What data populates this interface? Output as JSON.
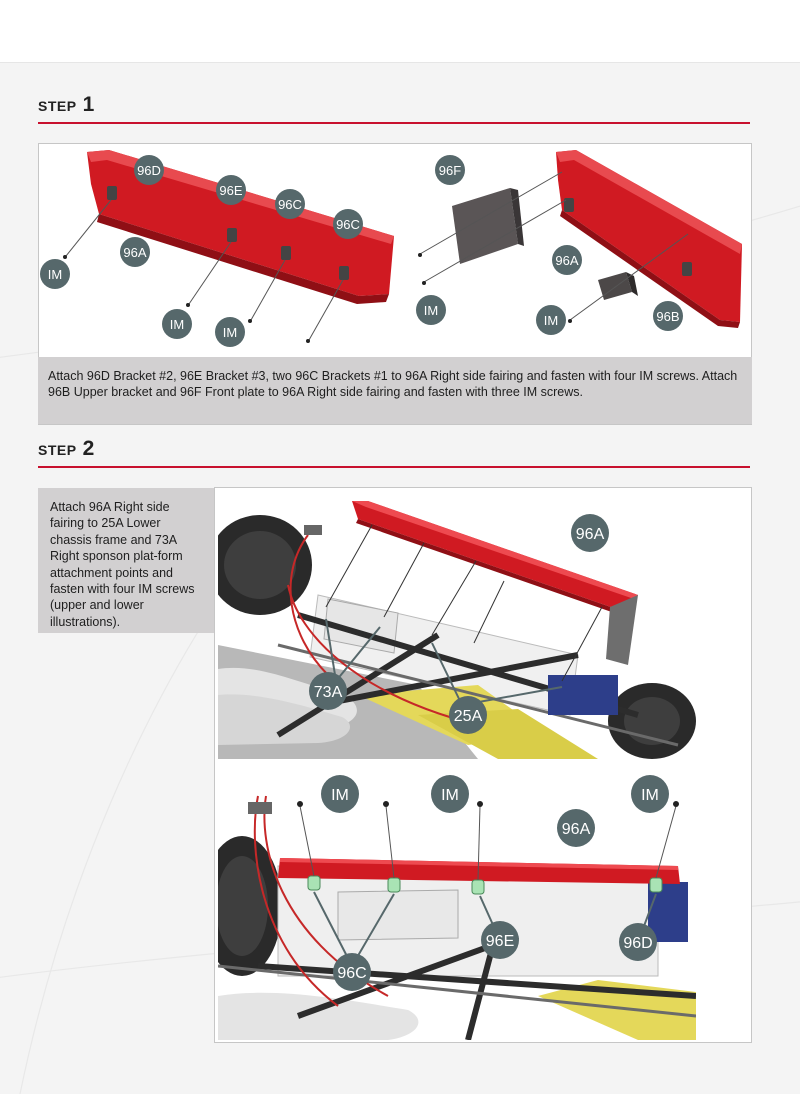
{
  "step1": {
    "word": "STEP",
    "number": "1",
    "caption": "Attach 96D Bracket #2, 96E Bracket #3, two 96C Brackets #1 to 96A Right side fairing and fasten with four IM screws. Attach 96B Upper bracket and 96F Front plate to 96A Right side fairing and fasten with three IM screws.",
    "callouts": {
      "c96d": "96D",
      "c96e": "96E",
      "c96c_a": "96C",
      "c96c_b": "96C",
      "c96a_left": "96A",
      "im1": "IM",
      "im2": "IM",
      "im3": "IM",
      "c96f": "96F",
      "c96a_right": "96A",
      "im4": "IM",
      "im5": "IM",
      "c96b": "96B"
    }
  },
  "step2": {
    "word": "STEP",
    "number": "2",
    "text": "Attach 96A Right side fairing to 25A Lower chassis frame and 73A Right sponson plat-form attachment points and fasten with four IM screws (upper and lower illustrations).",
    "upper": {
      "c96a": "96A",
      "c73a": "73A",
      "c25a": "25A"
    },
    "lower": {
      "im1": "IM",
      "im2": "IM",
      "im3": "IM",
      "c96a": "96A",
      "c96e": "96E",
      "c96d": "96D",
      "c96c": "96C"
    }
  },
  "colors": {
    "accent_red": "#c8102e",
    "fairing_red": "#d01a22",
    "callout_fill": "#56686b",
    "caption_bg": "#d2d0d1"
  }
}
